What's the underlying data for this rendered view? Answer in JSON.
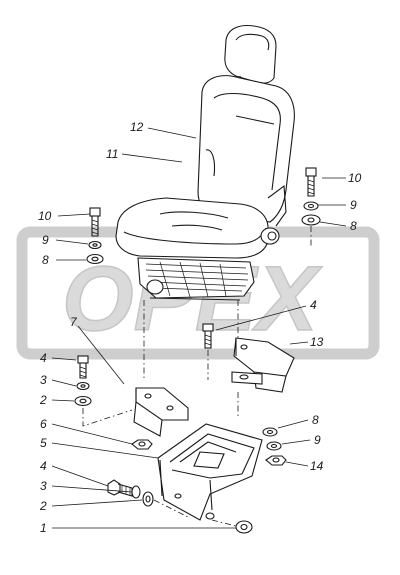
{
  "watermark": {
    "text": "OPEX",
    "color": "#d0d0d0"
  },
  "callouts": [
    {
      "id": "c12",
      "text": "12"
    },
    {
      "id": "c11",
      "text": "11"
    },
    {
      "id": "c10r",
      "text": "10"
    },
    {
      "id": "c9r",
      "text": "9"
    },
    {
      "id": "c8r",
      "text": "8"
    },
    {
      "id": "c10l",
      "text": "10"
    },
    {
      "id": "c9l",
      "text": "9"
    },
    {
      "id": "c8l",
      "text": "8"
    },
    {
      "id": "c7",
      "text": "7"
    },
    {
      "id": "c4m",
      "text": "4"
    },
    {
      "id": "c13",
      "text": "13"
    },
    {
      "id": "c4l",
      "text": "4"
    },
    {
      "id": "c3l",
      "text": "3"
    },
    {
      "id": "c2l",
      "text": "2"
    },
    {
      "id": "c6",
      "text": "6"
    },
    {
      "id": "c5",
      "text": "5"
    },
    {
      "id": "c8b",
      "text": "8"
    },
    {
      "id": "c9b",
      "text": "9"
    },
    {
      "id": "c14",
      "text": "14"
    },
    {
      "id": "c4b",
      "text": "4"
    },
    {
      "id": "c3b",
      "text": "3"
    },
    {
      "id": "c2b",
      "text": "2"
    },
    {
      "id": "c1",
      "text": "1"
    }
  ]
}
